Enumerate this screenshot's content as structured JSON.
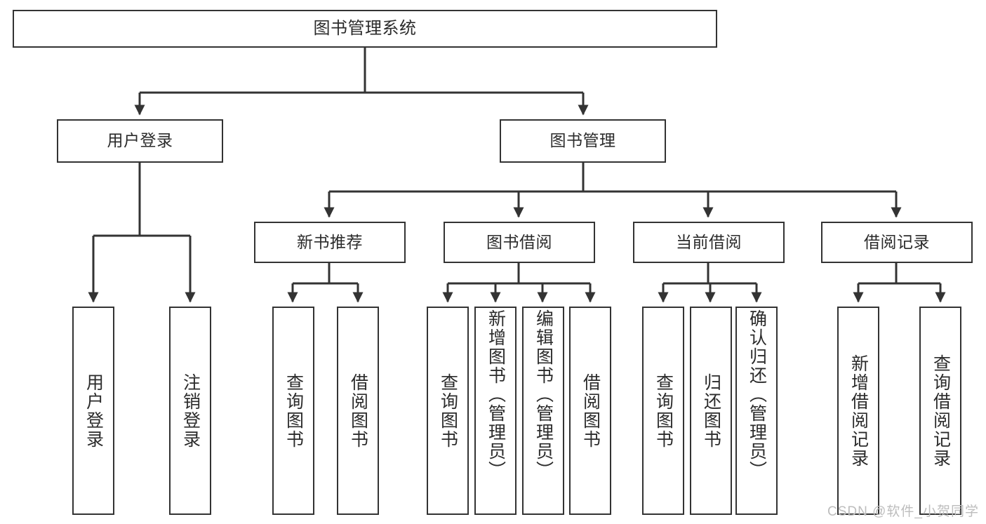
{
  "diagram": {
    "title": "图书管理系统",
    "type": "tree",
    "watermark": "CSDN @软件_小贺同学",
    "line_color": "#333333",
    "box_fill": "#ffffff",
    "text_color": "#2b2b2b",
    "watermark_color": "#bdbdbd"
  },
  "nodes": {
    "root": {
      "label": "图书管理系统"
    },
    "level2": [
      {
        "label": "用户登录"
      },
      {
        "label": "图书管理"
      }
    ],
    "level3": [
      {
        "label": "新书推荐"
      },
      {
        "label": "图书借阅"
      },
      {
        "label": "当前借阅"
      },
      {
        "label": "借阅记录"
      }
    ],
    "leaves_user_login": [
      {
        "label": "用户登录"
      },
      {
        "label": "注销登录"
      }
    ],
    "leaves_new_book": [
      {
        "label": "查询图书"
      },
      {
        "label": "借阅图书"
      }
    ],
    "leaves_borrow": [
      {
        "label": "查询图书"
      },
      {
        "label": "新增图书（管理员）"
      },
      {
        "label": "编辑图书（管理员）"
      },
      {
        "label": "借阅图书"
      }
    ],
    "leaves_current": [
      {
        "label": "查询图书"
      },
      {
        "label": "归还图书"
      },
      {
        "label": "确认归还（管理员）"
      }
    ],
    "leaves_record": [
      {
        "label": "新增借阅记录"
      },
      {
        "label": "查询借阅记录"
      }
    ]
  }
}
